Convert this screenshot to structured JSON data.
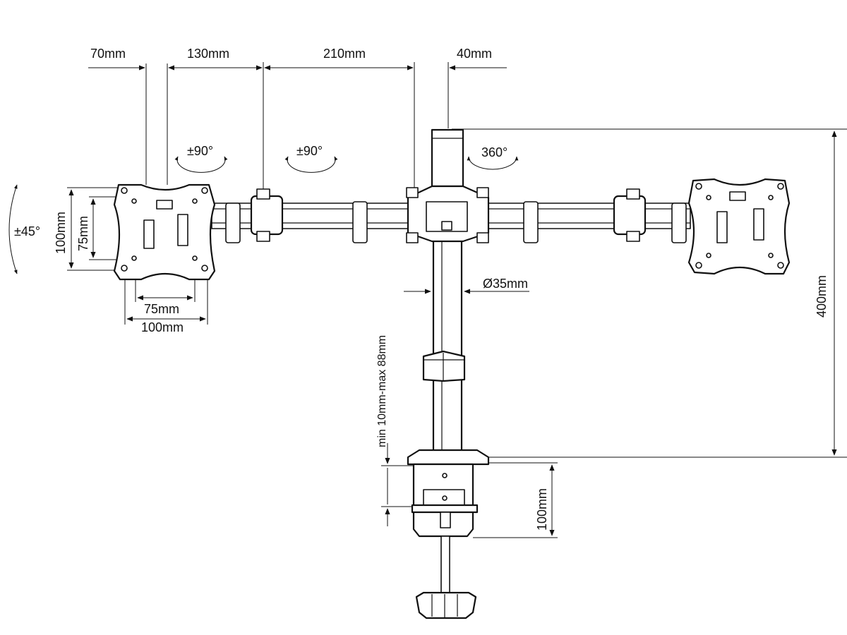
{
  "labels": {
    "d70": "70mm",
    "d130": "130mm",
    "d210": "210mm",
    "d40": "40mm",
    "rot_left_arm": "±90°",
    "rot_mid_arm": "±90°",
    "rot_pole": "360°",
    "tilt": "±45°",
    "vesa_h_100": "100mm",
    "vesa_h_75": "75mm",
    "vesa_w_75": "75mm",
    "vesa_w_100": "100mm",
    "pole_diameter": "Ø35mm",
    "height": "400mm",
    "clamp_range": "min 10mm-max 88mm",
    "clamp_height": "100mm"
  },
  "colors": {
    "ink": "#111111",
    "paper": "#ffffff"
  }
}
